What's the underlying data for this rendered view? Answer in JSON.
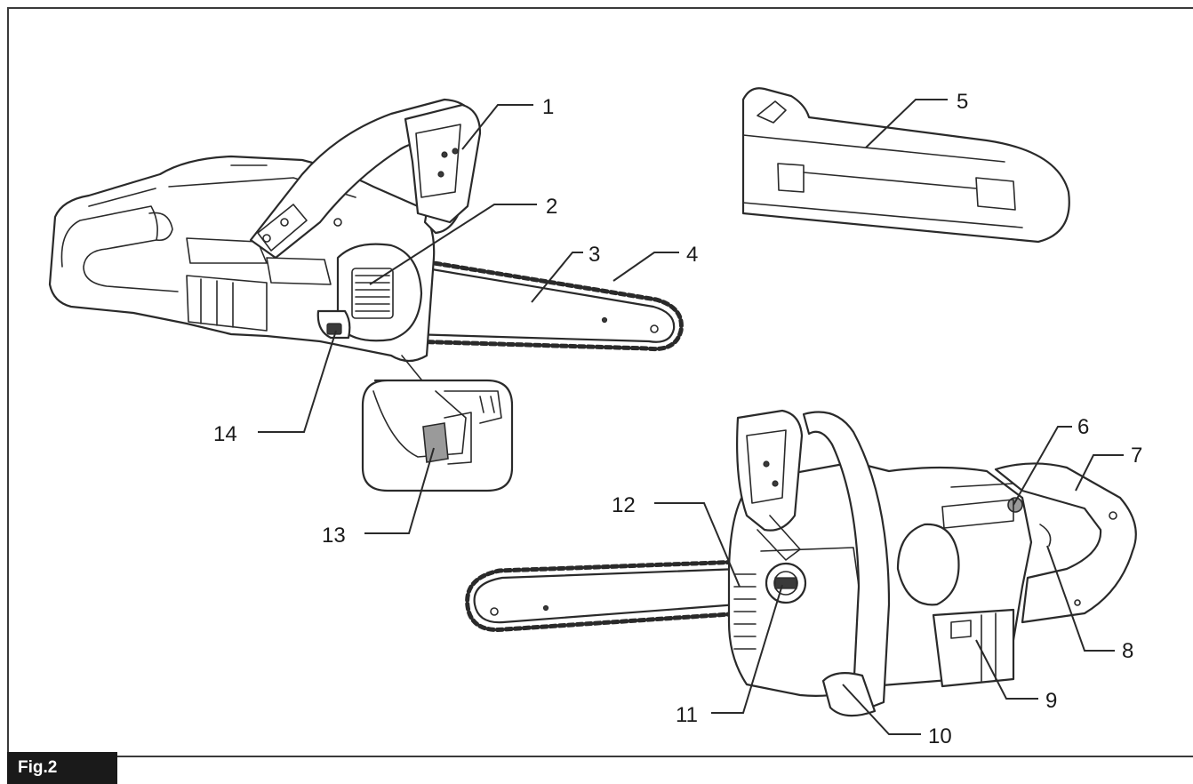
{
  "figure": {
    "label": "Fig.2"
  },
  "callouts": [
    {
      "id": "c1",
      "text": "1"
    },
    {
      "id": "c2",
      "text": "2"
    },
    {
      "id": "c3",
      "text": "3"
    },
    {
      "id": "c4",
      "text": "4"
    },
    {
      "id": "c5",
      "text": "5"
    },
    {
      "id": "c6",
      "text": "6"
    },
    {
      "id": "c7",
      "text": "7"
    },
    {
      "id": "c8",
      "text": "8"
    },
    {
      "id": "c9",
      "text": "9"
    },
    {
      "id": "c10",
      "text": "10"
    },
    {
      "id": "c11",
      "text": "11"
    },
    {
      "id": "c12",
      "text": "12"
    },
    {
      "id": "c13",
      "text": "13"
    },
    {
      "id": "c14",
      "text": "14"
    }
  ],
  "colors": {
    "line": "#2a2a2a",
    "label_background": "#1a1a1a",
    "label_text": "#ffffff",
    "shade": "#9a9a9a"
  }
}
